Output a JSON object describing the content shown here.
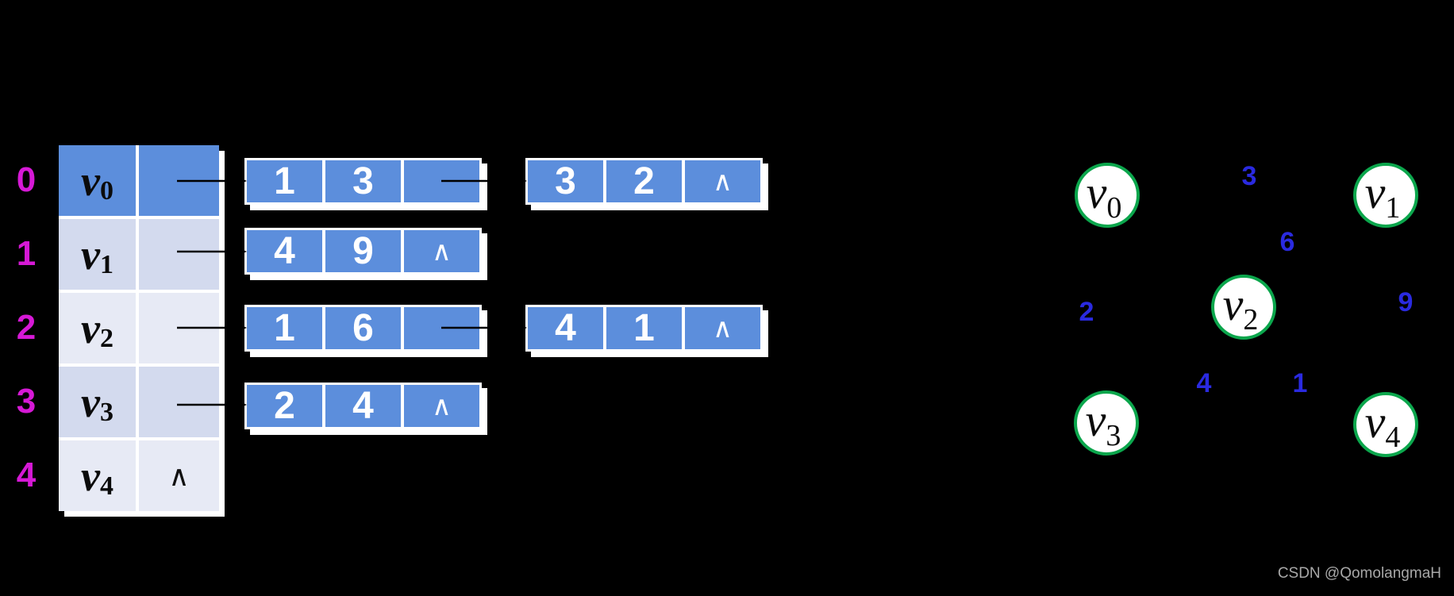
{
  "adjacency_table": {
    "indices": [
      "0",
      "1",
      "2",
      "3",
      "4"
    ],
    "rows": [
      {
        "vertex_base": "v",
        "vertex_sub": "0",
        "next": "pointer"
      },
      {
        "vertex_base": "v",
        "vertex_sub": "1",
        "next": "pointer"
      },
      {
        "vertex_base": "v",
        "vertex_sub": "2",
        "next": "pointer"
      },
      {
        "vertex_base": "v",
        "vertex_sub": "3",
        "next": "pointer"
      },
      {
        "vertex_base": "v",
        "vertex_sub": "4",
        "null_symbol": "∧"
      }
    ]
  },
  "list_nodes": [
    {
      "owner": "v0",
      "adjvex": "1",
      "weight": "3",
      "next": "pointer"
    },
    {
      "owner": "v0",
      "adjvex": "3",
      "weight": "2",
      "null_symbol": "∧"
    },
    {
      "owner": "v1",
      "adjvex": "4",
      "weight": "9",
      "null_symbol": "∧"
    },
    {
      "owner": "v2",
      "adjvex": "1",
      "weight": "6",
      "next": "pointer"
    },
    {
      "owner": "v2",
      "adjvex": "4",
      "weight": "1",
      "null_symbol": "∧"
    },
    {
      "owner": "v3",
      "adjvex": "2",
      "weight": "4",
      "null_symbol": "∧"
    }
  ],
  "graph": {
    "vertices": [
      {
        "base": "v",
        "sub": "0"
      },
      {
        "base": "v",
        "sub": "1"
      },
      {
        "base": "v",
        "sub": "2"
      },
      {
        "base": "v",
        "sub": "3"
      },
      {
        "base": "v",
        "sub": "4"
      }
    ],
    "edges": [
      {
        "from": "v0",
        "to": "v1",
        "weight": "3"
      },
      {
        "from": "v0",
        "to": "v3",
        "weight": "2"
      },
      {
        "from": "v1",
        "to": "v2",
        "weight": "6"
      },
      {
        "from": "v1",
        "to": "v4",
        "weight": "9"
      },
      {
        "from": "v2",
        "to": "v3",
        "weight": "4"
      },
      {
        "from": "v2",
        "to": "v4",
        "weight": "1"
      }
    ]
  },
  "colors": {
    "background": "#000000",
    "node_blue": "#5C8EDC",
    "row_light": "#D3DAEE",
    "row_lighter": "#E7EAF5",
    "index_magenta": "#D619D6",
    "weight_blue": "#2A2AE0",
    "vertex_green": "#0BA64C",
    "watermark_gray": "#A8A8A8"
  },
  "watermark": "CSDN @QomolangmaH"
}
